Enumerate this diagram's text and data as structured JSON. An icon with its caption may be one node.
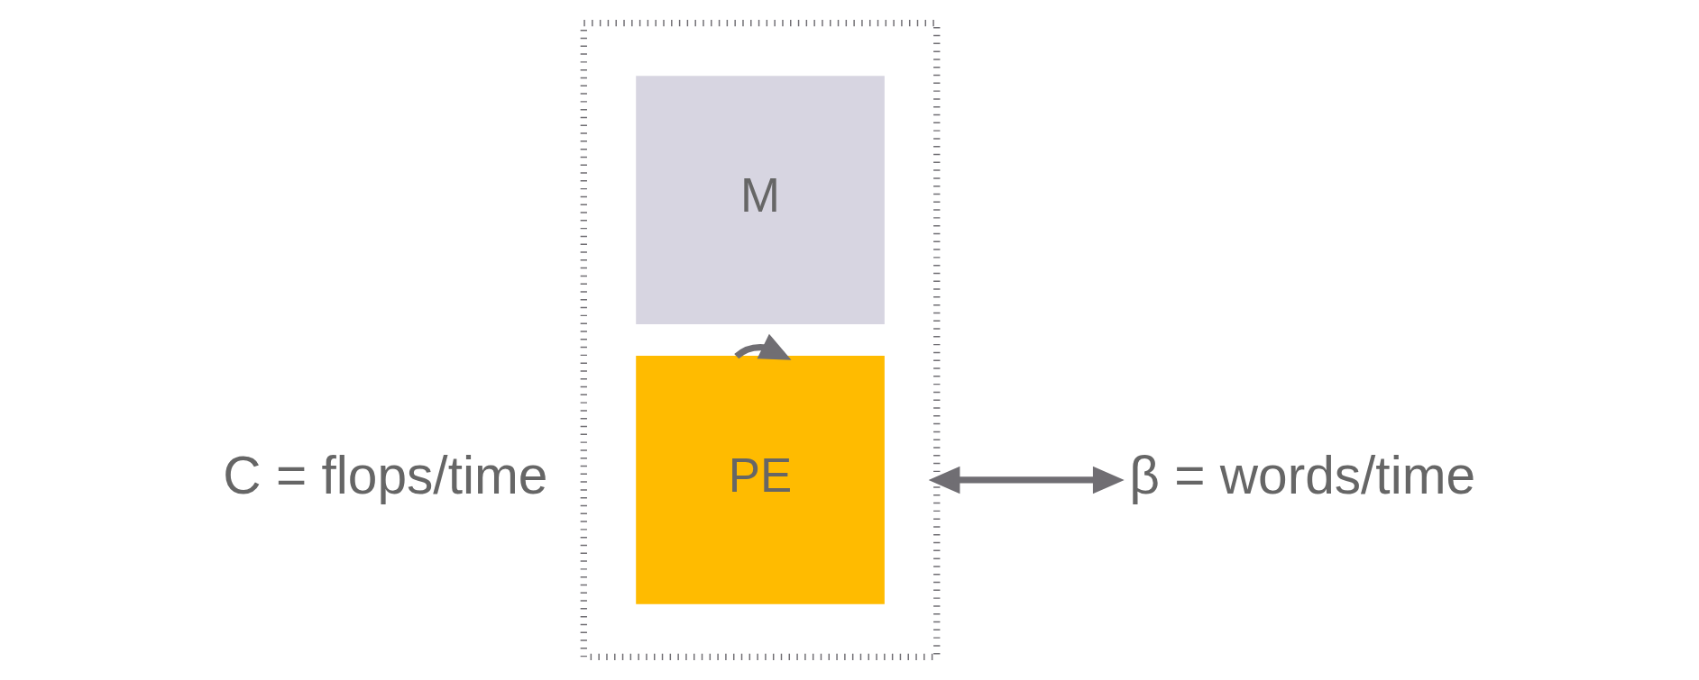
{
  "diagram": {
    "nodes": [
      {
        "text": [],
        "shape": "box"
      },
      {
        "text": [
          "M"
        ],
        "in": 0
      },
      {
        "text": [
          "PE"
        ],
        "in": 0
      },
      {
        "text": [
          "β = words/time"
        ]
      }
    ],
    "edges": [
      {
        "from": 2,
        "to": 2,
        "arrow": "to"
      },
      {
        "from": 0,
        "to": 3,
        "arrow": "both"
      }
    ],
    "labels": [
      "C = flops/time"
    ]
  }
}
